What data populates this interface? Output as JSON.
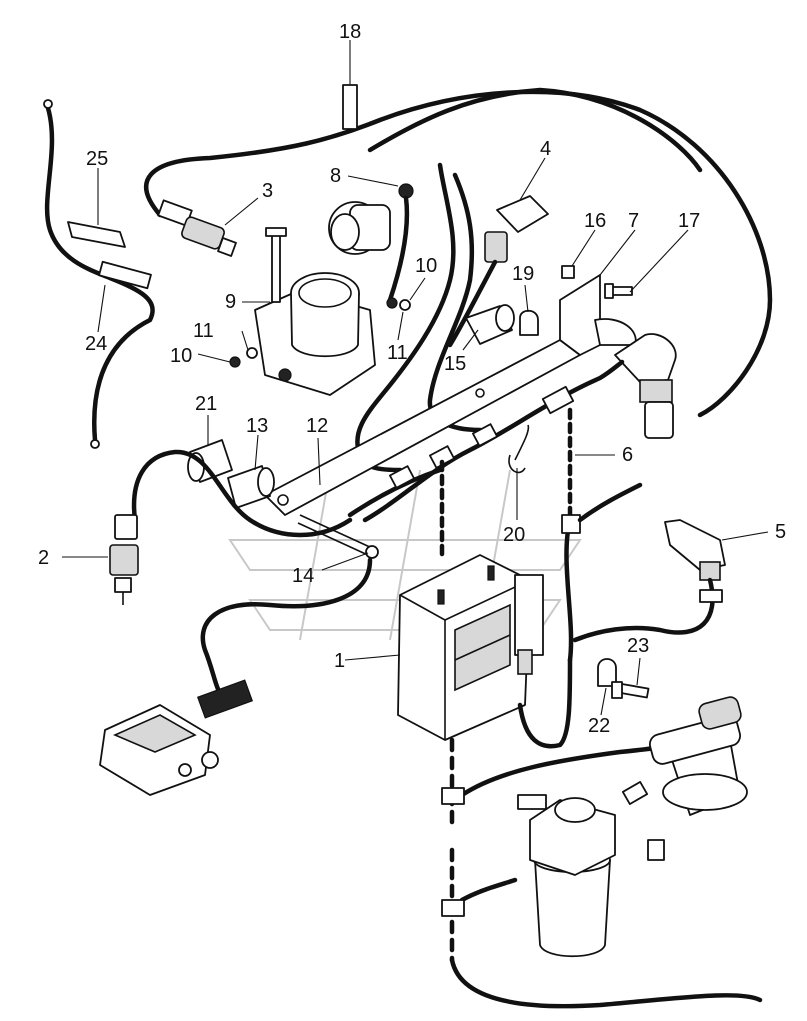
{
  "diagram": {
    "callouts": [
      {
        "id": "1",
        "text": "1"
      },
      {
        "id": "2",
        "text": "2"
      },
      {
        "id": "3",
        "text": "3"
      },
      {
        "id": "4",
        "text": "4"
      },
      {
        "id": "5",
        "text": "5"
      },
      {
        "id": "6",
        "text": "6"
      },
      {
        "id": "7",
        "text": "7"
      },
      {
        "id": "8",
        "text": "8"
      },
      {
        "id": "9",
        "text": "9"
      },
      {
        "id": "10a",
        "text": "10"
      },
      {
        "id": "10b",
        "text": "10"
      },
      {
        "id": "11a",
        "text": "11"
      },
      {
        "id": "11b",
        "text": "11"
      },
      {
        "id": "12",
        "text": "12"
      },
      {
        "id": "13",
        "text": "13"
      },
      {
        "id": "14",
        "text": "14"
      },
      {
        "id": "15",
        "text": "15"
      },
      {
        "id": "16",
        "text": "16"
      },
      {
        "id": "17",
        "text": "17"
      },
      {
        "id": "18",
        "text": "18"
      },
      {
        "id": "19",
        "text": "19"
      },
      {
        "id": "20",
        "text": "20"
      },
      {
        "id": "21",
        "text": "21"
      },
      {
        "id": "22",
        "text": "22"
      },
      {
        "id": "23",
        "text": "23"
      },
      {
        "id": "24",
        "text": "24"
      },
      {
        "id": "25",
        "text": "25"
      }
    ],
    "colors": {
      "line": "#111111",
      "background": "#ffffff",
      "watermark": "#c8c8c8"
    }
  }
}
